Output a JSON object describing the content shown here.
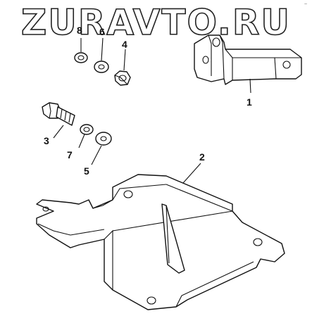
{
  "watermark": "ZURAVTO.RU",
  "corner_mark": "~",
  "callouts": {
    "c1": "1",
    "c2": "2",
    "c3": "3",
    "c4": "4",
    "c5": "5",
    "c6": "6",
    "c7": "7",
    "c8": "8"
  }
}
